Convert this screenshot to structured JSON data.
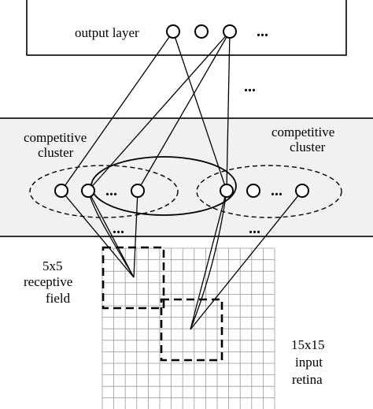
{
  "labels": {
    "output_layer": "output layer",
    "cluster_left_line1": "competitive",
    "cluster_left_line2": "cluster",
    "cluster_right_line1": "competitive",
    "cluster_right_line2": "cluster",
    "receptive_line1": "5x5",
    "receptive_line2": "receptive",
    "receptive_line3": "field",
    "retina_line1": "15x15",
    "retina_line2": "input",
    "retina_line3": "retina"
  },
  "ellipsis": "...",
  "retina": {
    "rows": 15,
    "cols": 15
  },
  "receptive_field": {
    "rows": 5,
    "cols": 5
  },
  "colors": {
    "band": "#f1f1f1",
    "grid": "#9a9a9a",
    "stroke": "#000000"
  }
}
